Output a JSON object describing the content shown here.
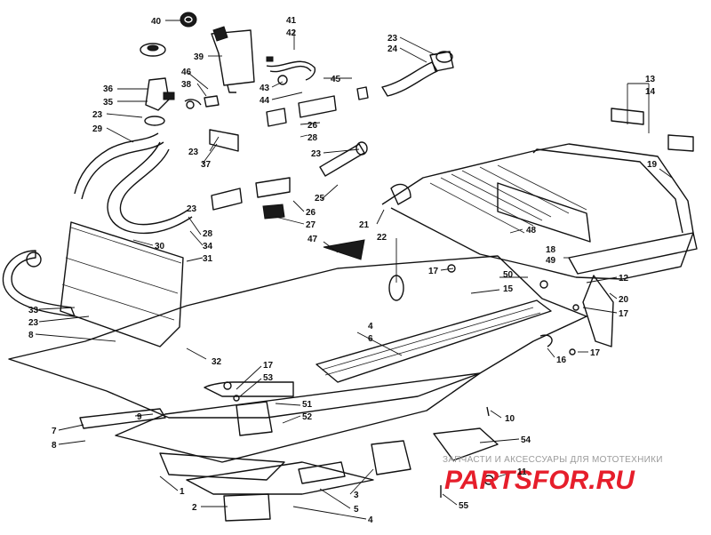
{
  "callouts": [
    {
      "id": "c40",
      "text": "40"
    },
    {
      "id": "c41",
      "text": "41"
    },
    {
      "id": "c42",
      "text": "42"
    },
    {
      "id": "c39",
      "text": "39"
    },
    {
      "id": "c36",
      "text": "36"
    },
    {
      "id": "c46",
      "text": "46"
    },
    {
      "id": "c38",
      "text": "38"
    },
    {
      "id": "c43",
      "text": "43"
    },
    {
      "id": "c44",
      "text": "44"
    },
    {
      "id": "c45",
      "text": "45"
    },
    {
      "id": "c35",
      "text": "35"
    },
    {
      "id": "c23a",
      "text": "23"
    },
    {
      "id": "c24",
      "text": "24"
    },
    {
      "id": "c23b",
      "text": "23"
    },
    {
      "id": "c29",
      "text": "29"
    },
    {
      "id": "c23c",
      "text": "23"
    },
    {
      "id": "c26a",
      "text": "26"
    },
    {
      "id": "c28a",
      "text": "28"
    },
    {
      "id": "c37",
      "text": "37"
    },
    {
      "id": "c23d",
      "text": "23"
    },
    {
      "id": "c13",
      "text": "13"
    },
    {
      "id": "c14",
      "text": "14"
    },
    {
      "id": "c25",
      "text": "25"
    },
    {
      "id": "c19",
      "text": "19"
    },
    {
      "id": "c26b",
      "text": "26"
    },
    {
      "id": "c27",
      "text": "27"
    },
    {
      "id": "c23e",
      "text": "23"
    },
    {
      "id": "c28b",
      "text": "28"
    },
    {
      "id": "c21",
      "text": "21"
    },
    {
      "id": "c22",
      "text": "22"
    },
    {
      "id": "c47",
      "text": "47"
    },
    {
      "id": "c48",
      "text": "48"
    },
    {
      "id": "c34",
      "text": "34"
    },
    {
      "id": "c30",
      "text": "30"
    },
    {
      "id": "c18",
      "text": "18"
    },
    {
      "id": "c49",
      "text": "49"
    },
    {
      "id": "c31",
      "text": "31"
    },
    {
      "id": "c17a",
      "text": "17"
    },
    {
      "id": "c50",
      "text": "50"
    },
    {
      "id": "c15",
      "text": "15"
    },
    {
      "id": "c12",
      "text": "12"
    },
    {
      "id": "c20",
      "text": "20"
    },
    {
      "id": "c17b",
      "text": "17"
    },
    {
      "id": "c33",
      "text": "33"
    },
    {
      "id": "c23f",
      "text": "23"
    },
    {
      "id": "c8a",
      "text": "8"
    },
    {
      "id": "c4a",
      "text": "4"
    },
    {
      "id": "c6",
      "text": "6"
    },
    {
      "id": "c16",
      "text": "16"
    },
    {
      "id": "c17c",
      "text": "17"
    },
    {
      "id": "c32",
      "text": "32"
    },
    {
      "id": "c17d",
      "text": "17"
    },
    {
      "id": "c53",
      "text": "53"
    },
    {
      "id": "c51",
      "text": "51"
    },
    {
      "id": "c52",
      "text": "52"
    },
    {
      "id": "c9",
      "text": "9"
    },
    {
      "id": "c7",
      "text": "7"
    },
    {
      "id": "c8b",
      "text": "8"
    },
    {
      "id": "c10",
      "text": "10"
    },
    {
      "id": "c54",
      "text": "54"
    },
    {
      "id": "c11",
      "text": "11"
    },
    {
      "id": "c1",
      "text": "1"
    },
    {
      "id": "c3",
      "text": "3"
    },
    {
      "id": "c5",
      "text": "5"
    },
    {
      "id": "c2",
      "text": "2"
    },
    {
      "id": "c4b",
      "text": "4"
    },
    {
      "id": "c55",
      "text": "55"
    }
  ],
  "watermark": {
    "tagline": "ЗАПЧАСТИ И АКСЕССУАРЫ ДЛЯ МОТОТЕХНИКИ",
    "brand": "PARTSFOR.RU",
    "brand_color": "#e61e2b"
  }
}
